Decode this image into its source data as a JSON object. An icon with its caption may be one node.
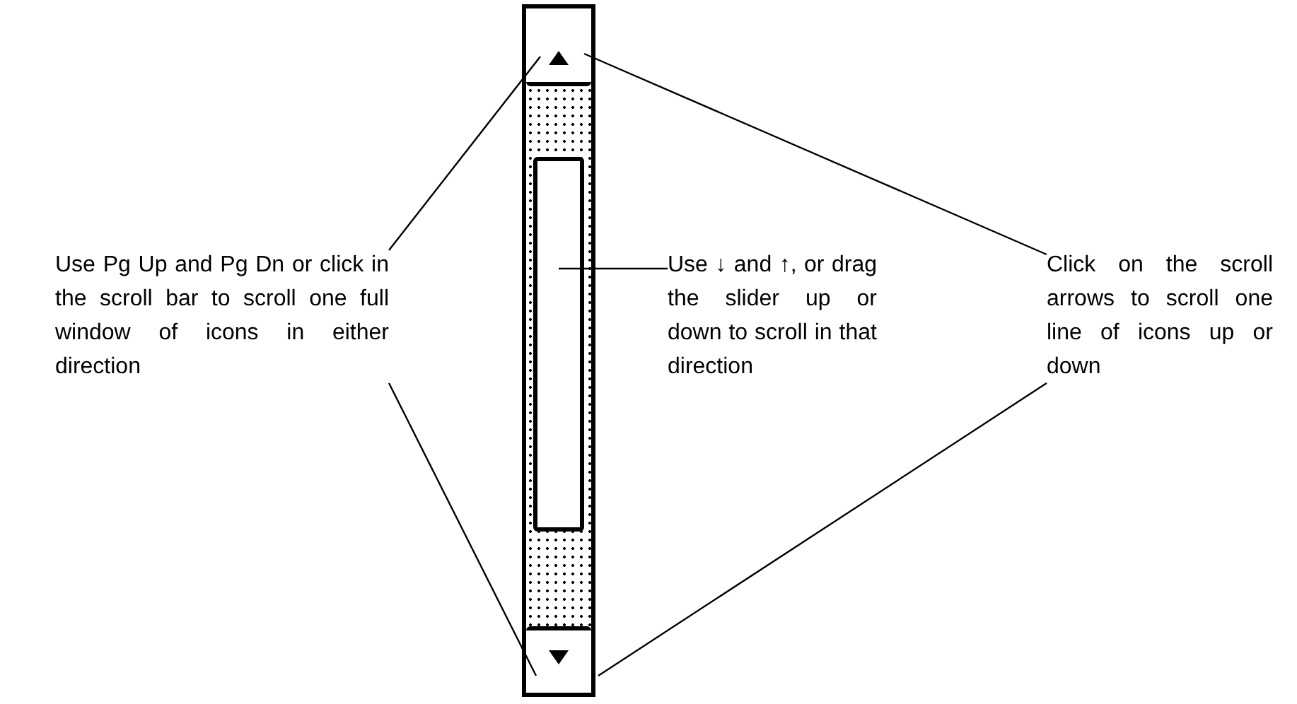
{
  "diagram": {
    "nodes": [
      {
        "text": [
          "Use Pg Up and Pg Dn or click in the scroll bar to scroll one full window of icons in either direction"
        ]
      },
      {
        "text": [],
        "shape": "bar"
      },
      {
        "text": [],
        "shape": "box",
        "in": 1
      },
      {
        "text": [],
        "shape": "bar",
        "in": 1
      },
      {
        "text": [],
        "shape": "box",
        "in": 3
      },
      {
        "text": [],
        "shape": "box",
        "in": 1
      },
      {
        "text": [
          "Use ↓ and ↑, or drag the slider up or down to scroll in that direction"
        ]
      },
      {
        "text": [
          "Click on the scroll arrows to scroll one line of icons up or down"
        ]
      }
    ],
    "edges": [
      {
        "from": 0,
        "to": 2,
        "arrow": "none"
      },
      {
        "from": 0,
        "to": 5,
        "arrow": "none"
      },
      {
        "from": 6,
        "to": 4,
        "arrow": "none"
      },
      {
        "from": 7,
        "to": 2,
        "arrow": "none"
      },
      {
        "from": 7,
        "to": 5,
        "arrow": "none"
      }
    ]
  }
}
